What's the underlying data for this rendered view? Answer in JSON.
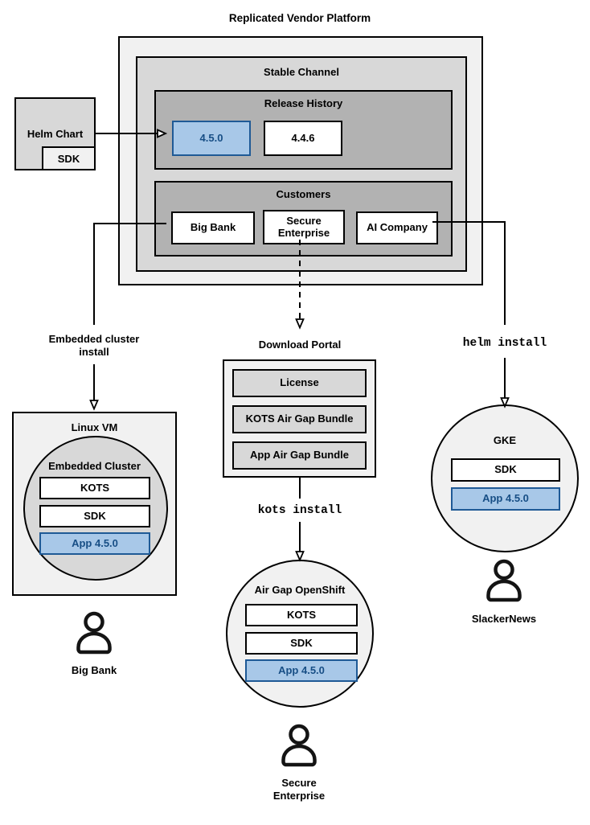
{
  "title": "Replicated Vendor Platform",
  "colors": {
    "surface_light": "#f1f1f1",
    "surface_mid": "#d8d8d8",
    "surface_dark": "#b2b2b2",
    "node_white": "#ffffff",
    "blue_fill": "#a8c8e8",
    "blue_border": "#1f5a96",
    "blue_text": "#174e85",
    "line": "#000000"
  },
  "platform": {
    "stable_channel": {
      "label": "Stable Channel",
      "release_history": {
        "label": "Release History",
        "releases": [
          {
            "version": "4.5.0",
            "highlighted": true
          },
          {
            "version": "4.4.6",
            "highlighted": false
          }
        ]
      },
      "customers": {
        "label": "Customers",
        "items": [
          {
            "name": "Big Bank"
          },
          {
            "name": "Secure Enterprise"
          },
          {
            "name": "AI Company"
          }
        ]
      }
    }
  },
  "helm_chart": {
    "label": "Helm Chart",
    "sdk_label": "SDK"
  },
  "edges": {
    "embedded_cluster_install": "Embedded cluster install",
    "kots_install": "kots install",
    "helm_install": "helm install"
  },
  "download_portal": {
    "label": "Download Portal",
    "items": [
      {
        "label": "License"
      },
      {
        "label": "KOTS Air Gap Bundle"
      },
      {
        "label": "App Air Gap Bundle"
      }
    ]
  },
  "deployments": {
    "linux_vm": {
      "label": "Linux VM",
      "cluster_label": "Embedded Cluster",
      "components": [
        {
          "label": "KOTS"
        },
        {
          "label": "SDK"
        }
      ],
      "app": "App 4.5.0",
      "user": "Big Bank"
    },
    "air_gap_openshift": {
      "label": "Air Gap OpenShift",
      "components": [
        {
          "label": "KOTS"
        },
        {
          "label": "SDK"
        }
      ],
      "app": "App 4.5.0",
      "user": "Secure Enterprise"
    },
    "gke": {
      "label": "GKE",
      "components": [
        {
          "label": "SDK"
        }
      ],
      "app": "App 4.5.0",
      "user": "SlackerNews"
    }
  }
}
